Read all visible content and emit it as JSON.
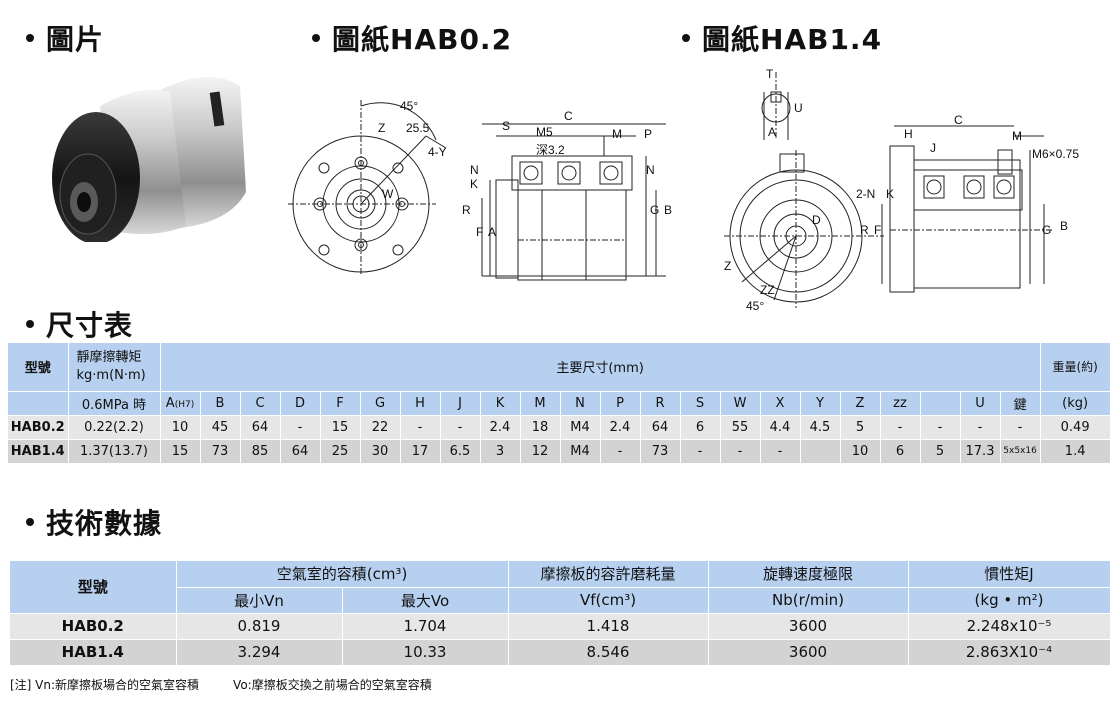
{
  "headings": {
    "photo": "圖片",
    "drawing1": "圖紙HAB0.2",
    "drawing2": "圖紙HAB1.4",
    "dim_table": "尺寸表",
    "tech_data": "技術數據"
  },
  "drawing1_labels": {
    "angle": "45°",
    "z": "Z",
    "z_val": "25.5",
    "holes": "4-Y",
    "w": "W",
    "r": "R",
    "f": "F",
    "a": "A",
    "s": "S",
    "c": "C",
    "m5": "M5",
    "depth": "深3.2",
    "m": "M",
    "p": "P",
    "n": "N",
    "n2": "N",
    "k": "K",
    "g": "G",
    "b": "B"
  },
  "drawing2_labels": {
    "t": "T",
    "u": "U",
    "a": "A",
    "h": "H",
    "j": "J",
    "c": "C",
    "m": "M",
    "thread": "M6×0.75",
    "two_n": "2-N",
    "k": "K",
    "d": "D",
    "r": "R",
    "f": "F",
    "g": "G",
    "b": "B",
    "z": "Z",
    "zz": "ZZ",
    "angle": "45°"
  },
  "dim_table": {
    "header": {
      "model": "型號",
      "torque_line1": "靜摩擦轉矩",
      "torque_line2": "kg·m(N·m)",
      "main_dims": "主要尺寸(mm)",
      "weight": "重量(約)",
      "pressure": "0.6MPa 時",
      "col_a": "A",
      "col_a_sub": "(H7)",
      "columns": [
        "B",
        "C",
        "D",
        "F",
        "G",
        "H",
        "J",
        "K",
        "M",
        "N",
        "P",
        "R",
        "S",
        "W",
        "X",
        "Y",
        "Z",
        "zz",
        "",
        "U",
        "鍵"
      ],
      "weight_unit": "(kg)"
    },
    "rows": [
      {
        "model": "HAB0.2",
        "torque": "0.22(2.2)",
        "cells": [
          "10",
          "45",
          "64",
          "-",
          "15",
          "22",
          "-",
          "-",
          "2.4",
          "18",
          "M4",
          "2.4",
          "64",
          "6",
          "55",
          "4.4",
          "4.5",
          "5",
          "-",
          "-",
          "-",
          "-"
        ],
        "weight": "0.49"
      },
      {
        "model": "HAB1.4",
        "torque": "1.37(13.7)",
        "cells": [
          "15",
          "73",
          "85",
          "64",
          "25",
          "30",
          "17",
          "6.5",
          "3",
          "12",
          "M4",
          "-",
          "73",
          "-",
          "-",
          "-",
          "",
          "10",
          "6",
          "5",
          "17.3",
          "5x5x16"
        ],
        "weight": "1.4"
      }
    ]
  },
  "tech_table": {
    "header": {
      "model": "型號",
      "air_volume": "空氣室的容積(cm³)",
      "min_vn": "最小Vn",
      "max_vo": "最大Vo",
      "wear": "摩擦板的容許磨耗量",
      "wear_unit": "Vf(cm³)",
      "speed": "旋轉速度極限",
      "speed_unit": "Nb(r/min)",
      "inertia": "慣性矩J",
      "inertia_unit": "(kg • m²)"
    },
    "rows": [
      {
        "model": "HAB0.2",
        "vn": "0.819",
        "vo": "1.704",
        "vf": "1.418",
        "nb": "3600",
        "j": "2.248x10⁻⁵"
      },
      {
        "model": "HAB1.4",
        "vn": "3.294",
        "vo": "10.33",
        "vf": "8.546",
        "nb": "3600",
        "j": "2.863X10⁻⁴"
      }
    ]
  },
  "note": {
    "vn": "[注]  Vn:新摩擦板場合的空氣室容積",
    "vo": "Vo:摩擦板交換之前場合的空氣室容積"
  }
}
